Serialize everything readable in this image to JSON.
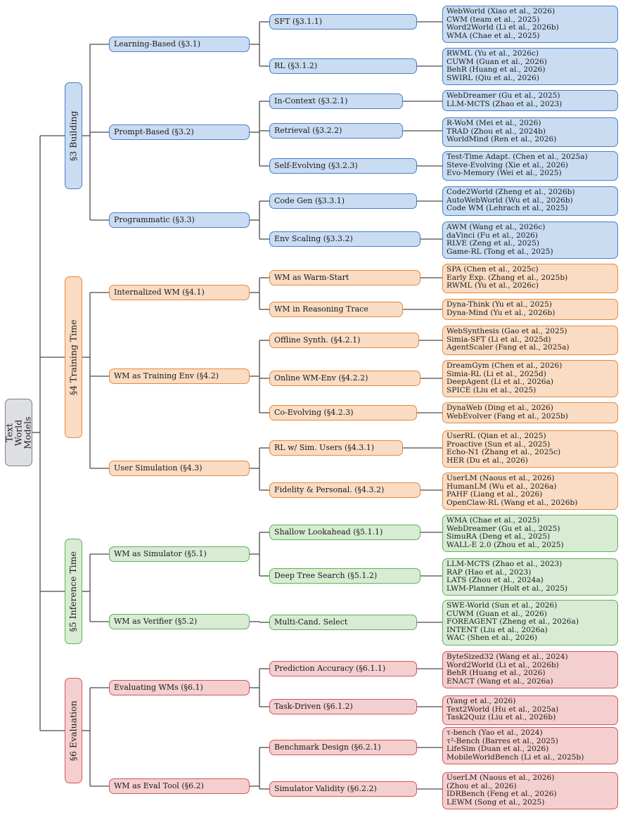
{
  "root": {
    "label": "Text World Models"
  },
  "sections": [
    {
      "label": "§3 Building",
      "color": "blue",
      "subs": [
        {
          "label": "Learning-Based (§3.1)",
          "items": [
            {
              "label": "SFT (§3.1.1)",
              "leaves": [
                "WebWorld (Xiao et al., 2026)",
                "CWM (team et al., 2025)",
                "Word2World (Li et al., 2026b)",
                "WMA (Chae et al., 2025)"
              ]
            },
            {
              "label": "RL (§3.1.2)",
              "leaves": [
                "RWML (Yu et al., 2026c)",
                "CUWM (Guan et al., 2026)",
                "BehR (Huang et al., 2026)",
                "SWIRL (Qiu et al., 2026)"
              ]
            }
          ]
        },
        {
          "label": "Prompt-Based (§3.2)",
          "items": [
            {
              "label": "In-Context (§3.2.1)",
              "leaves": [
                "WebDreamer (Gu et al., 2025)",
                "LLM-MCTS (Zhao et al., 2023)"
              ]
            },
            {
              "label": "Retrieval (§3.2.2)",
              "leaves": [
                "R-WoM (Mei et al., 2026)",
                "TRAD (Zhou et al., 2024b)",
                "WorldMind (Ren et al., 2026)"
              ]
            },
            {
              "label": "Self-Evolving (§3.2.3)",
              "leaves": [
                "Test-Time Adapt. (Chen et al., 2025a)",
                "Steve-Evolving (Xie et al., 2026)",
                "Evo-Memory (Wei et al., 2025)"
              ]
            }
          ]
        },
        {
          "label": "Programmatic (§3.3)",
          "items": [
            {
              "label": "Code Gen (§3.3.1)",
              "leaves": [
                "Code2World (Zheng et al., 2026b)",
                "AutoWebWorld (Wu et al., 2026b)",
                "Code WM (Lehrach et al., 2025)"
              ]
            },
            {
              "label": "Env Scaling (§3.3.2)",
              "leaves": [
                "AWM (Wang et al., 2026c)",
                "daVinci (Fu et al., 2026)",
                "RLVE (Zeng et al., 2025)",
                "Game-RL (Tong et al., 2025)"
              ]
            }
          ]
        }
      ]
    },
    {
      "label": "§4 Training Time",
      "color": "orange",
      "subs": [
        {
          "label": "Internalized WM (§4.1)",
          "items": [
            {
              "label": "WM as Warm-Start",
              "leaves": [
                "SPA (Chen et al., 2025c)",
                "Early Exp. (Zhang et al., 2025b)",
                "RWML (Yu et al., 2026c)"
              ]
            },
            {
              "label": "WM in Reasoning Trace",
              "leaves": [
                "Dyna-Think (Yu et al., 2025)",
                "Dyna-Mind (Yu et al., 2026b)"
              ]
            }
          ]
        },
        {
          "label": "WM as Training Env (§4.2)",
          "items": [
            {
              "label": "Offline Synth. (§4.2.1)",
              "leaves": [
                "WebSynthesis (Gao et al., 2025)",
                "Simia-SFT (Li et al., 2025d)",
                "AgentScaler (Fang et al., 2025a)"
              ]
            },
            {
              "label": "Online WM-Env (§4.2.2)",
              "leaves": [
                "DreamGym (Chen et al., 2026)",
                "Simia-RL (Li et al., 2025d)",
                "DeepAgent (Li et al., 2026a)",
                "SPICE (Liu et al., 2025)"
              ]
            },
            {
              "label": "Co-Evolving (§4.2.3)",
              "leaves": [
                "DynaWeb (Ding et al., 2026)",
                "WebEvolver (Fang et al., 2025b)"
              ]
            }
          ]
        },
        {
          "label": "User Simulation (§4.3)",
          "items": [
            {
              "label": "RL w/ Sim. Users (§4.3.1)",
              "leaves": [
                "UserRL (Qian et al., 2025)",
                "Proactive (Sun et al., 2025)",
                "Echo-N1 (Zhang et al., 2025c)",
                "HER (Du et al., 2026)"
              ]
            },
            {
              "label": "Fidelity & Personal. (§4.3.2)",
              "leaves": [
                "UserLM (Naous et al., 2026)",
                "HumanLM (Wu et al., 2026a)",
                "PAHF (Liang et al., 2026)",
                "OpenClaw-RL (Wang et al., 2026b)"
              ]
            }
          ]
        }
      ]
    },
    {
      "label": "§5 Inference Time",
      "color": "green",
      "subs": [
        {
          "label": "WM as Simulator (§5.1)",
          "items": [
            {
              "label": "Shallow Lookahead (§5.1.1)",
              "leaves": [
                "WMA (Chae et al., 2025)",
                "WebDreamer (Gu et al., 2025)",
                "SimuRA (Deng et al., 2025)",
                "WALL-E 2.0 (Zhou et al., 2025)"
              ]
            },
            {
              "label": "Deep Tree Search (§5.1.2)",
              "leaves": [
                "LLM-MCTS (Zhao et al., 2023)",
                "RAP (Hao et al., 2023)",
                "LATS (Zhou et al., 2024a)",
                "LWM-Planner (Holt et al., 2025)"
              ]
            }
          ]
        },
        {
          "label": "WM as Verifier (§5.2)",
          "items": [
            {
              "label": "Multi-Cand. Select",
              "leaves": [
                "SWE-World (Sun et al., 2026)",
                "CUWM (Guan et al., 2026)",
                "FOREAGENT (Zheng et al., 2026a)",
                "INTENT (Liu et al., 2026a)",
                "WAC (Shen et al., 2026)"
              ]
            }
          ]
        }
      ]
    },
    {
      "label": "§6 Evaluation",
      "color": "red",
      "subs": [
        {
          "label": "Evaluating WMs (§6.1)",
          "items": [
            {
              "label": "Prediction Accuracy (§6.1.1)",
              "leaves": [
                "ByteSized32 (Wang et al., 2024)",
                "Word2World (Li et al., 2026b)",
                "BehR (Huang et al., 2026)",
                "ENACT (Wang et al., 2026a)"
              ]
            },
            {
              "label": "Task-Driven (§6.1.2)",
              "leaves": [
                "(Yang et al., 2026)",
                "Text2World (Hu et al., 2025a)",
                "Task2Quiz (Liu et al., 2026b)"
              ]
            }
          ]
        },
        {
          "label": "WM as Eval Tool (§6.2)",
          "items": [
            {
              "label": "Benchmark Design (§6.2.1)",
              "leaves": [
                "τ-bench (Yao et al., 2024)",
                "τ²-Bench (Barres et al., 2025)",
                "LifeSim (Duan et al., 2026)",
                "MobileWorldBench (Li et al., 2025b)"
              ]
            },
            {
              "label": "Simulator Validity (§6.2.2)",
              "leaves": [
                "UserLM (Naous et al., 2026)",
                "(Zhou et al., 2026)",
                "IDRBench (Feng et al., 2026)",
                "LEWM (Song et al., 2025)"
              ]
            }
          ]
        }
      ]
    }
  ]
}
